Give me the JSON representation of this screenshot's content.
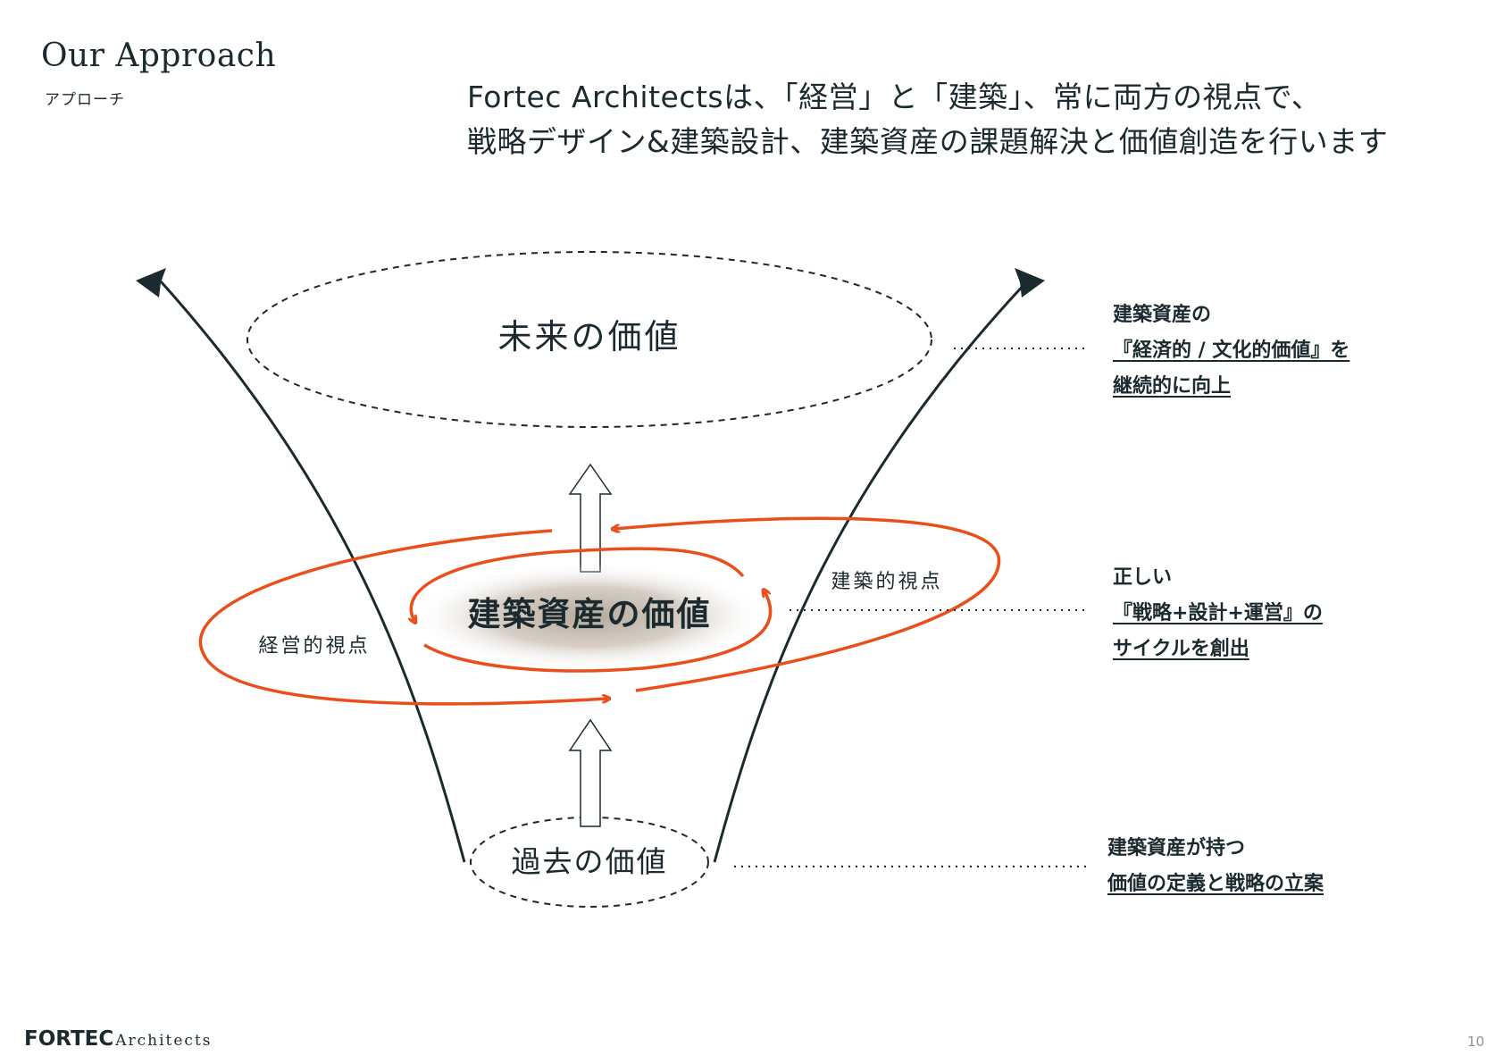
{
  "header": {
    "title_en": "Our Approach",
    "title_ja": "アプローチ"
  },
  "lead": {
    "line1": "Fortec Architectsは、「経営」と「建築」、常に両方の視点で、",
    "line2": "戦略デザイン&建築設計、建築資産の課題解決と価値創造を行います"
  },
  "diagram": {
    "future_value": "未来の価値",
    "core_value": "建築資産の価値",
    "past_value": "過去の価値",
    "management_view": "経営的視点",
    "architecture_view": "建築的視点"
  },
  "notes": {
    "top": {
      "line1": "建築資産の",
      "line2": "『経済的 / 文化的価値』を",
      "line3": "継続的に向上"
    },
    "middle": {
      "line1": "正しい",
      "line2": "『戦略+設計+運営』の",
      "line3": "サイクルを創出"
    },
    "bottom": {
      "line1": "建築資産が持つ",
      "line2": "価値の定義と戦略の立案"
    }
  },
  "colors": {
    "ink": "#1b2a2f",
    "accent_orange": "#e94e1b",
    "core_glow": "#b3a89b"
  },
  "footer": {
    "brand": "FORTEC",
    "brand_sub": "Architects",
    "page_number": "10"
  }
}
